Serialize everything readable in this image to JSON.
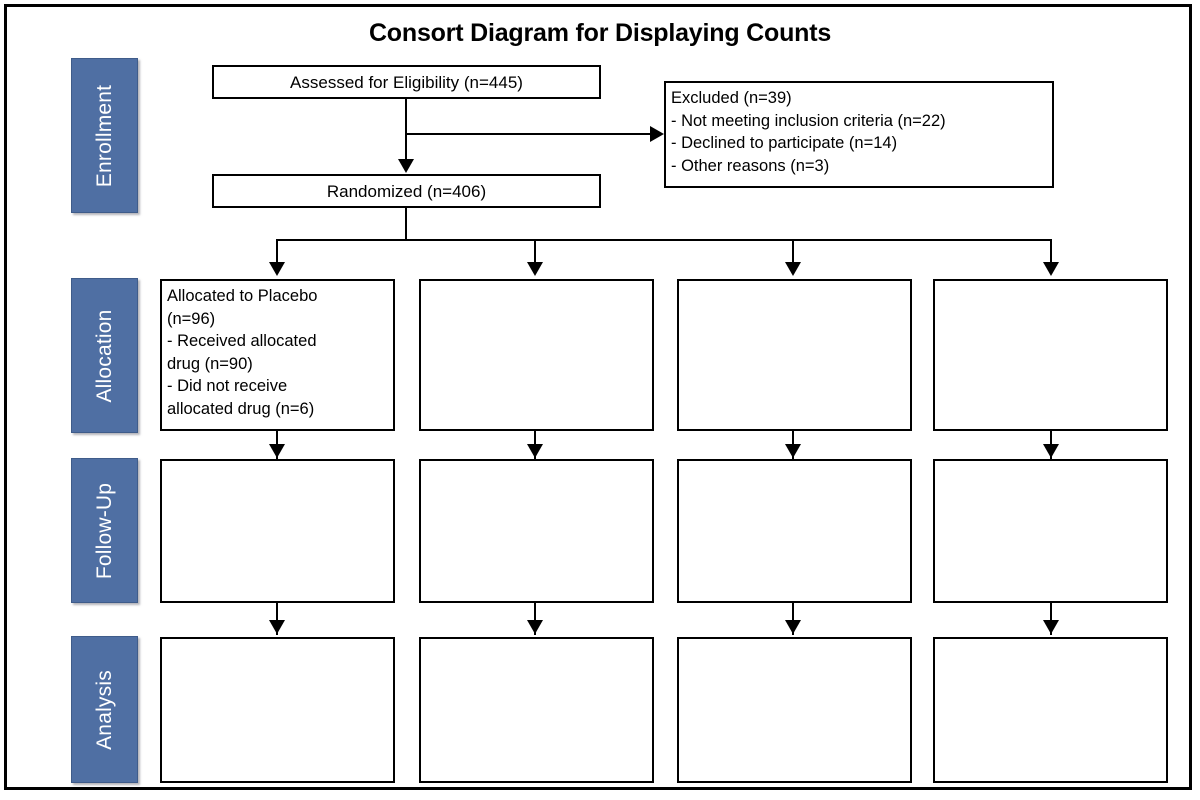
{
  "title": "Consort Diagram for Displaying Counts",
  "stages": [
    {
      "id": "enrollment",
      "label": "Enrollment"
    },
    {
      "id": "allocation",
      "label": "Allocation"
    },
    {
      "id": "follow-up",
      "label": "Follow-Up"
    },
    {
      "id": "analysis",
      "label": "Analysis"
    }
  ],
  "boxes": {
    "assessed": {
      "text": "Assessed for Eligibility (n=445)"
    },
    "excluded": {
      "text": "Excluded (n=39)\n- Not meeting inclusion criteria (n=22)\n- Declined to participate (n=14)\n- Other reasons (n=3)"
    },
    "randomized": {
      "text": "Randomized (n=406)"
    },
    "allocation_1": {
      "text": "Allocated to Placebo\n (n=96)\n- Received allocated\n   drug (n=90)\n- Did not receive\n  allocated drug (n=6)"
    },
    "allocation_2": {
      "text": ""
    },
    "allocation_3": {
      "text": ""
    },
    "allocation_4": {
      "text": ""
    },
    "followup_1": {
      "text": ""
    },
    "followup_2": {
      "text": ""
    },
    "followup_3": {
      "text": ""
    },
    "followup_4": {
      "text": ""
    },
    "analysis_1": {
      "text": ""
    },
    "analysis_2": {
      "text": ""
    },
    "analysis_3": {
      "text": ""
    },
    "analysis_4": {
      "text": ""
    }
  },
  "colors": {
    "stage_fill": "#4F6FA3",
    "stage_text": "#FFFFFF",
    "box_border": "#000000",
    "box_fill": "#FFFFFF",
    "connector": "#000000",
    "page_background": "#FFFFFF"
  },
  "chart_data": {
    "type": "diagram",
    "diagram_kind": "consort-flow",
    "title": "Consort Diagram for Displaying Counts",
    "stages": [
      "Enrollment",
      "Allocation",
      "Follow-Up",
      "Analysis"
    ],
    "nodes": [
      {
        "id": "assessed",
        "stage": "Enrollment",
        "label": "Assessed for Eligibility (n=445)",
        "n": 445
      },
      {
        "id": "excluded",
        "stage": "Enrollment",
        "label": "Excluded (n=39)",
        "n": 39,
        "reasons": [
          {
            "label": "Not meeting inclusion criteria",
            "n": 22
          },
          {
            "label": "Declined to participate",
            "n": 14
          },
          {
            "label": "Other reasons",
            "n": 3
          }
        ]
      },
      {
        "id": "randomized",
        "stage": "Enrollment",
        "label": "Randomized (n=406)",
        "n": 406
      },
      {
        "id": "allocation_1",
        "stage": "Allocation",
        "label": "Allocated to Placebo (n=96)",
        "n": 96,
        "details": [
          {
            "label": "Received allocated drug",
            "n": 90
          },
          {
            "label": "Did not receive allocated drug",
            "n": 6
          }
        ]
      },
      {
        "id": "allocation_2",
        "stage": "Allocation",
        "label": "",
        "n": null
      },
      {
        "id": "allocation_3",
        "stage": "Allocation",
        "label": "",
        "n": null
      },
      {
        "id": "allocation_4",
        "stage": "Allocation",
        "label": "",
        "n": null
      },
      {
        "id": "followup_1",
        "stage": "Follow-Up",
        "label": "",
        "n": null
      },
      {
        "id": "followup_2",
        "stage": "Follow-Up",
        "label": "",
        "n": null
      },
      {
        "id": "followup_3",
        "stage": "Follow-Up",
        "label": "",
        "n": null
      },
      {
        "id": "followup_4",
        "stage": "Follow-Up",
        "label": "",
        "n": null
      },
      {
        "id": "analysis_1",
        "stage": "Analysis",
        "label": "",
        "n": null
      },
      {
        "id": "analysis_2",
        "stage": "Analysis",
        "label": "",
        "n": null
      },
      {
        "id": "analysis_3",
        "stage": "Analysis",
        "label": "",
        "n": null
      },
      {
        "id": "analysis_4",
        "stage": "Analysis",
        "label": "",
        "n": null
      }
    ],
    "edges": [
      {
        "from": "assessed",
        "to": "excluded",
        "direction": "right"
      },
      {
        "from": "assessed",
        "to": "randomized",
        "direction": "down"
      },
      {
        "from": "randomized",
        "to": "allocation_1",
        "direction": "down"
      },
      {
        "from": "randomized",
        "to": "allocation_2",
        "direction": "down"
      },
      {
        "from": "randomized",
        "to": "allocation_3",
        "direction": "down"
      },
      {
        "from": "randomized",
        "to": "allocation_4",
        "direction": "down"
      },
      {
        "from": "allocation_1",
        "to": "followup_1",
        "direction": "down"
      },
      {
        "from": "allocation_2",
        "to": "followup_2",
        "direction": "down"
      },
      {
        "from": "allocation_3",
        "to": "followup_3",
        "direction": "down"
      },
      {
        "from": "allocation_4",
        "to": "followup_4",
        "direction": "down"
      },
      {
        "from": "followup_1",
        "to": "analysis_1",
        "direction": "down"
      },
      {
        "from": "followup_2",
        "to": "analysis_2",
        "direction": "down"
      },
      {
        "from": "followup_3",
        "to": "analysis_3",
        "direction": "down"
      },
      {
        "from": "followup_4",
        "to": "analysis_4",
        "direction": "down"
      }
    ]
  }
}
